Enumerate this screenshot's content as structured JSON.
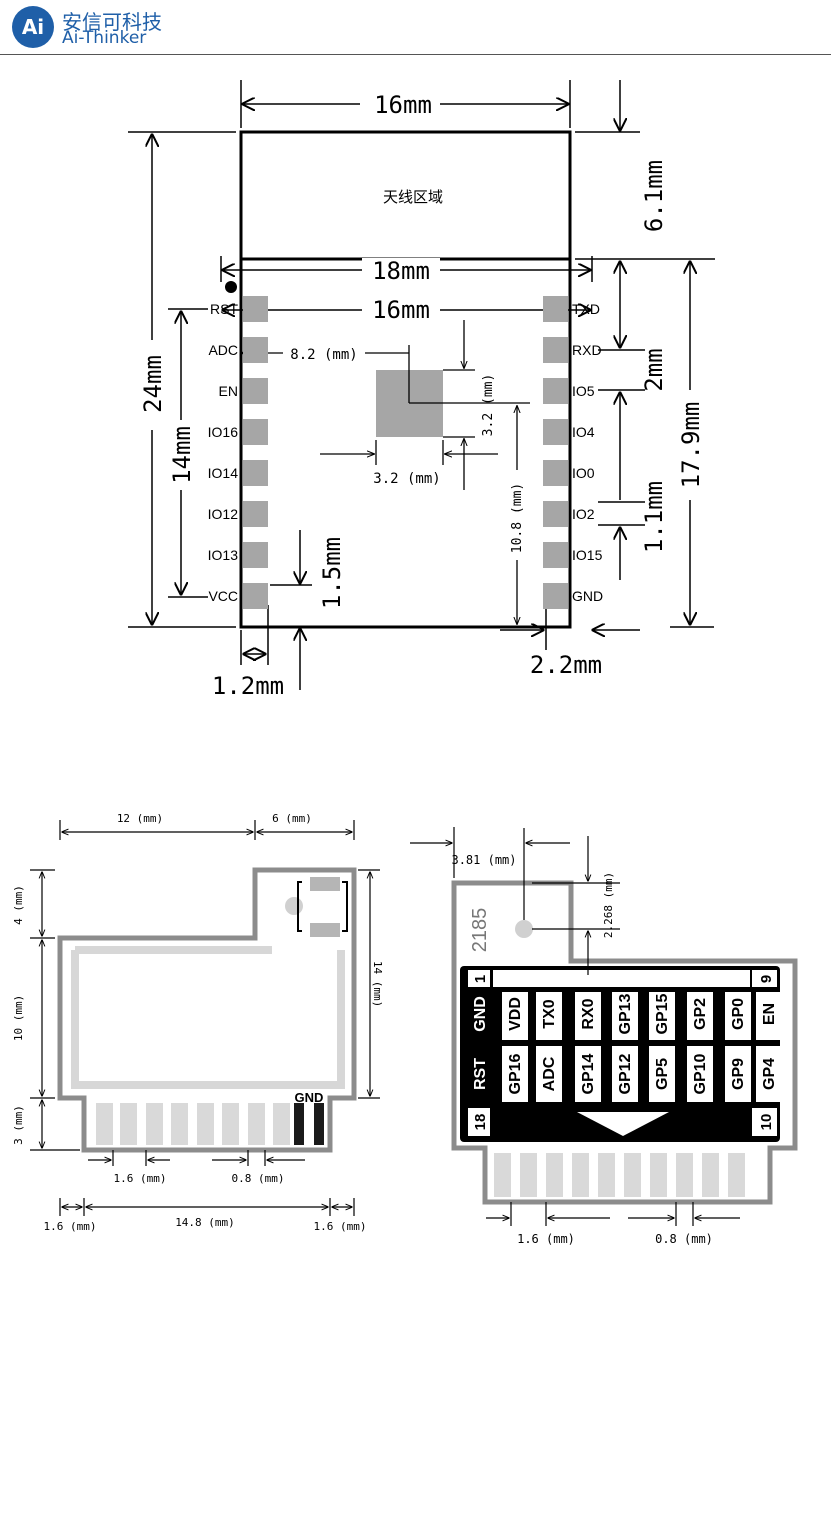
{
  "header": {
    "logo_text": "Ai",
    "brand_cn": "安信可科技",
    "brand_en": "Ai-Thinker"
  },
  "module_top": {
    "antenna_label": "天线区域",
    "dims": {
      "width_16": "16mm",
      "height_6_1": "6.1mm",
      "width_18": "18mm",
      "height_24": "24mm",
      "pin_span_16": "16mm",
      "pin_height_14": "14mm",
      "chip_offset": "8.2 (mm)",
      "chip_h": "3.2 (mm)",
      "chip_w": "3.2 (mm)",
      "right_2": "2mm",
      "body_17_9": "17.9mm",
      "chip_v": "10.8 (mm)",
      "pad_1_5": "1.5mm",
      "pitch_1_1": "1.1mm",
      "edge_1_2": "1.2mm",
      "edge_2_2": "2.2mm"
    },
    "left_pins": [
      "RST",
      "ADC",
      "EN",
      "IO16",
      "IO14",
      "IO12",
      "IO13",
      "VCC"
    ],
    "right_pins": [
      "TXD",
      "RXD",
      "IO5",
      "IO4",
      "IO0",
      "IO2",
      "IO15",
      "GND"
    ]
  },
  "module_bottom_left": {
    "dims": {
      "top_12": "12 (mm)",
      "top_6": "6 (mm)",
      "left_4": "4 (mm)",
      "left_10": "10 (mm)",
      "left_3": "3 (mm)",
      "right_14": "14 (mm)",
      "pad_1_6": "1.6 (mm)",
      "pad_0_8": "0.8 (mm)",
      "bot_1_6_l": "1.6 (mm)",
      "bot_14_8": "14.8 (mm)",
      "bot_1_6_r": "1.6 (mm)"
    },
    "gnd_label": "GND"
  },
  "module_bottom_right": {
    "dims": {
      "hole_x": "3.81 (mm)",
      "hole_y": "2.268 (mm)",
      "pad_1_6": "1.6 (mm)",
      "pad_0_8": "0.8 (mm)"
    },
    "silk_code": "2185",
    "pin_1": "1",
    "pin_9": "9",
    "pin_18": "18",
    "pin_10": "10",
    "top_row": [
      "GND",
      "VDD",
      "TX0",
      "RX0",
      "GP13",
      "GP15",
      "GP2",
      "GP0",
      "EN"
    ],
    "bottom_row": [
      "RST",
      "GP16",
      "ADC",
      "GP14",
      "GP12",
      "GP5",
      "GP10",
      "GP9",
      "GP4"
    ]
  }
}
